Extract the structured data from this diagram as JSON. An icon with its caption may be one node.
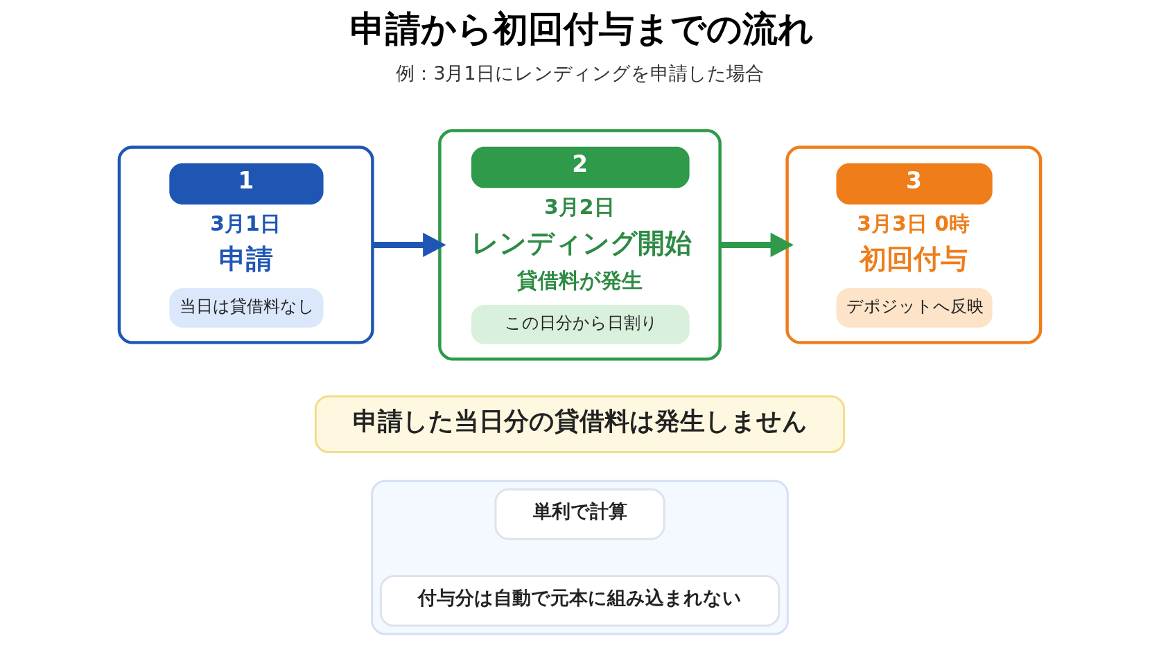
{
  "diagram": {
    "title": "申請から初回付与までの流れ",
    "nodes": [
      {
        "text": [
          "1",
          "3月1日",
          "申請",
          "当日は貸借料なし"
        ]
      },
      {
        "text": [
          "2",
          "3月2日",
          "レンディング開始",
          "貸借料が発生",
          "この日分から日割り"
        ]
      },
      {
        "text": [
          "3",
          "3月3日 0時",
          "初回付与",
          "デポジットへ反映"
        ]
      },
      {
        "text": [
          "申請した当日分の貸借料は発生しません"
        ]
      },
      {
        "text": [],
        "shape": "box"
      },
      {
        "text": [
          "単利で計算"
        ],
        "in": 4
      },
      {
        "text": [
          "付与分は自動で元本に組み込まれない"
        ],
        "in": 4
      }
    ],
    "edges": [
      {
        "from": 0,
        "to": 1,
        "arrow": "to",
        "color": "#1f56b4"
      },
      {
        "from": 1,
        "to": 2,
        "arrow": "to",
        "color": "#2e9a4a"
      }
    ],
    "labels": [
      "例：3月1日にレンディングを申請した場合"
    ]
  }
}
